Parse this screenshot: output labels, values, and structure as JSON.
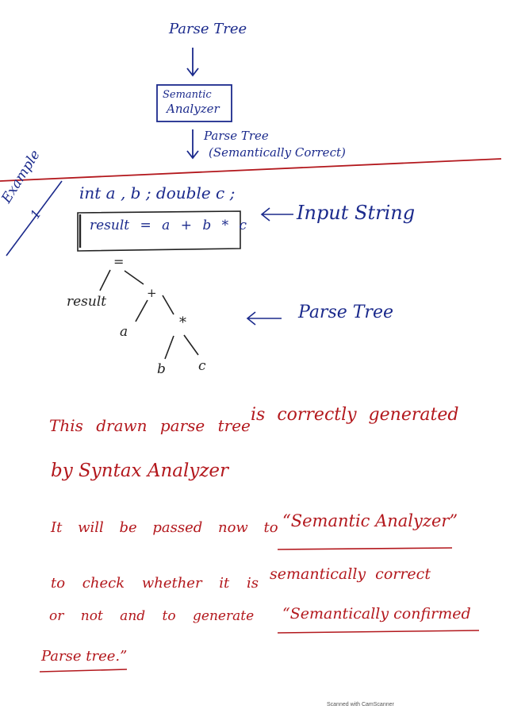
{
  "flow": {
    "top_label": "Parse Tree",
    "box_label_line1": "Semantic",
    "box_label_line2": "Analyzer",
    "out_label_line1": "Parse Tree",
    "out_label_line2": "(Semantically Correct)"
  },
  "example": {
    "side_label_line1": "Example",
    "side_label_line2": "1",
    "declaration": "int a , b ; double c ;",
    "statement": "result = a + b * c",
    "input_annotation": "Input String",
    "tree_annotation": "Parse Tree",
    "tree": {
      "root": "=",
      "left": "result",
      "plus": "+",
      "a": "a",
      "times": "*",
      "b": "b",
      "c": "c"
    }
  },
  "notes": {
    "line1a": "This drawn parse tree",
    "line1b": "is correctly generated",
    "line2": "by Syntax Analyzer",
    "line3a": "It will be passed now to",
    "line3b": "“Semantic Analyzer”",
    "line4a": "to check whether it is",
    "line4b": "semantically correct",
    "line5a": "or not and to generate",
    "line5b": "“Semantically confirmed",
    "line6": "Parse tree.”"
  },
  "footer": {
    "scanner_text": "Scanned with CamScanner"
  }
}
